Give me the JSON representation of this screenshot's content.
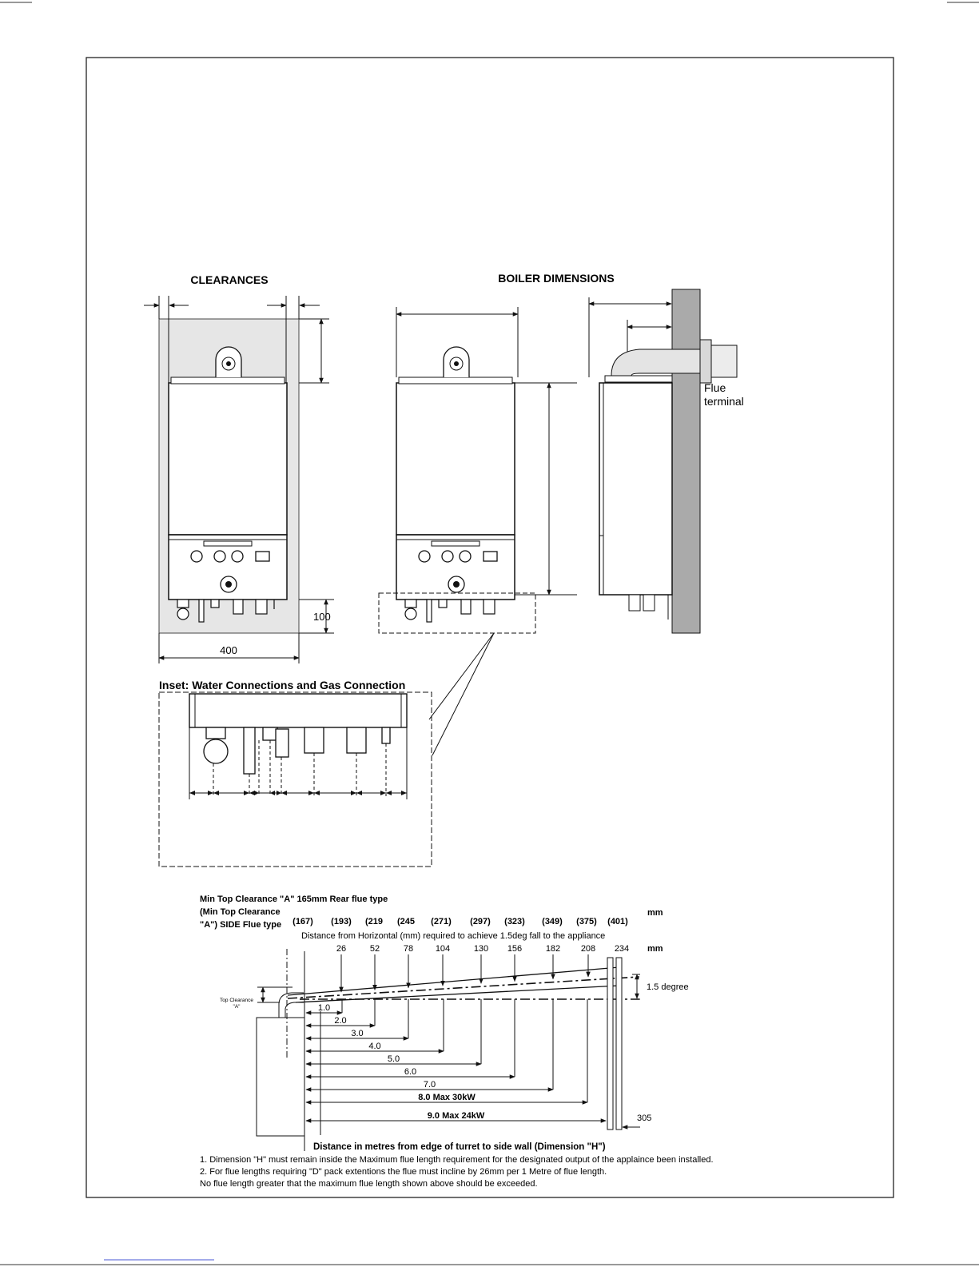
{
  "figure_top": {
    "clearances_title": "CLEARANCES",
    "dimensions_title": "BOILER DIMENSIONS",
    "clearance_bottom_value": "100",
    "clearance_width_value": "400",
    "flue_terminal_label": [
      "Flue",
      "terminal"
    ],
    "inset_title": "Inset:  Water Connections and Gas Connection"
  },
  "flue_chart": {
    "header_rear": "Min Top Clearance \"A\" 165mm Rear flue type",
    "header_side": [
      "(Min Top Clearance",
      "\"A\") SIDE Flue type"
    ],
    "side_clearances": [
      "(167)",
      "(193)",
      "(219",
      "(245",
      "(271)",
      "(297)",
      "(323)",
      "(349)",
      "(375)",
      "(401)"
    ],
    "unit_mm": "mm",
    "fall_caption": "Distance from Horizontal (mm) required to achieve 1.5deg fall to the appliance",
    "fall_values": [
      "26",
      "52",
      "78",
      "104",
      "130",
      "156",
      "182",
      "208",
      "234"
    ],
    "angle_label": "1.5 degree",
    "top_clearance_label": [
      "Top Clearance",
      "\"A\""
    ],
    "distances": [
      "1.0",
      "2.0",
      "3.0",
      "4.0",
      "5.0",
      "6.0",
      "7.0",
      "8.0  Max 30kW",
      "9.0  Max 24kW"
    ],
    "wall_offset": "305",
    "x_caption": "Distance in metres from edge of turret to side wall (Dimension \"H\")",
    "notes": [
      "1. Dimension \"H\" must remain inside the Maximum flue length requirement for the designated output of the applaince been installed.",
      "2. For flue lengths requiring \"D\" pack extentions the flue must incline by 26mm per 1 Metre of flue length.",
      "No flue length greater that the maximum flue length shown above should be exceeded."
    ]
  }
}
